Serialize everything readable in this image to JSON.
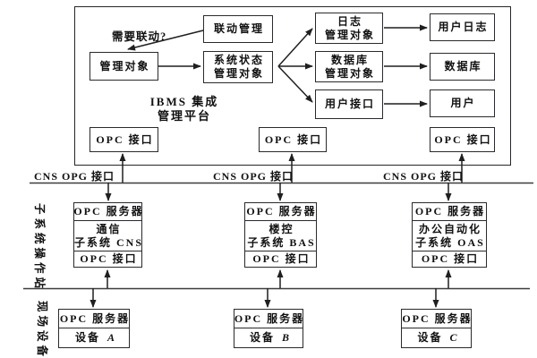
{
  "figure": {
    "platform": {
      "label_line1": "IBMS 集成",
      "label_line2": "管理平台",
      "question": "需要联动?",
      "linkage": "联动管理",
      "mgmt": "管理对象",
      "sys_status": [
        "系统状态",
        "管理对象"
      ],
      "log": [
        "日志",
        "管理对象"
      ],
      "db": [
        "数据库",
        "管理对象"
      ],
      "user_if": "用户接口",
      "user_log": "用户日志",
      "database": "数据库",
      "user": "用户",
      "opc_ports": [
        "OPC 接口",
        "OPC 接口",
        "OPC 接口"
      ]
    },
    "bus_labels": [
      "CNS OPG 接口",
      "CNS OPG 接口",
      "CNS OPG 接口"
    ],
    "side_labels": {
      "subsystem_layer": "子系统操作站",
      "field_layer": "现场设备"
    },
    "subsystems": [
      {
        "server": "OPC 服务器",
        "name_line1": "通信",
        "name_line2": "子系统 CNS",
        "port": "OPC 接口"
      },
      {
        "server": "OPC 服务器",
        "name_line1": "楼控",
        "name_line2": "子系统 BAS",
        "port": "OPC 接口"
      },
      {
        "server": "OPC 服务器",
        "name_line1": "办公自动化",
        "name_line2": "子系统 OAS",
        "port": "OPC 接口"
      }
    ],
    "devices": [
      {
        "server": "OPC 服务器",
        "label": "设备",
        "id": "A"
      },
      {
        "server": "OPC 服务器",
        "label": "设备",
        "id": "B"
      },
      {
        "server": "OPC 服务器",
        "label": "设备",
        "id": "C"
      }
    ],
    "colors": {
      "line": "#1f1f1f",
      "bus_line": "#3c3c3c",
      "text": "#111111",
      "background": "#ffffff"
    }
  }
}
